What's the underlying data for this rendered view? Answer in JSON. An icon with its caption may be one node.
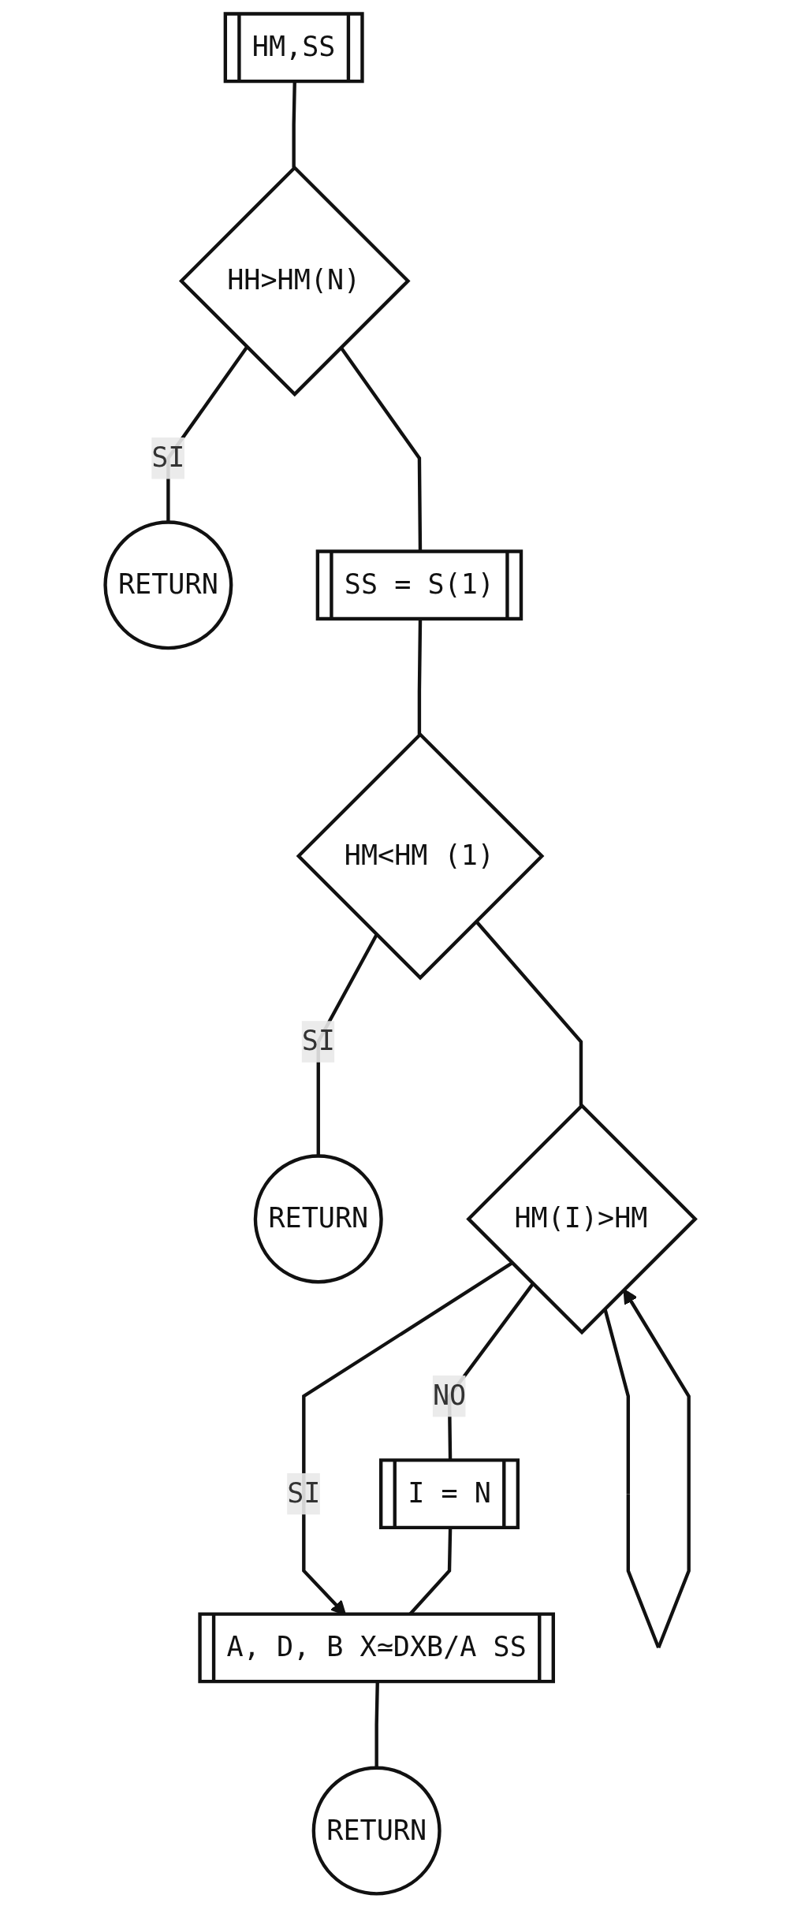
{
  "diagram": {
    "nodes": [
      {
        "text": [
          "HM,SS"
        ]
      },
      {
        "text": [
          "HH>HM(N)"
        ]
      },
      {
        "text": [
          "RETURN"
        ]
      },
      {
        "text": [
          "SS = S(1)"
        ]
      },
      {
        "text": [
          "HM<HM (1)"
        ]
      },
      {
        "text": [
          "RETURN"
        ]
      },
      {
        "text": [
          "HM(I)>HM"
        ]
      },
      {
        "text": [
          "I = N"
        ]
      },
      {
        "text": [
          "A, D, B X≃DXB/A SS"
        ]
      },
      {
        "text": [
          "RETURN"
        ]
      }
    ],
    "edges": [
      {
        "from": 0,
        "to": 1,
        "arrow": "none"
      },
      {
        "from": 1,
        "to": 2,
        "arrow": "none",
        "label": "SI"
      },
      {
        "from": 1,
        "to": 3,
        "arrow": "none"
      },
      {
        "from": 3,
        "to": 4,
        "arrow": "none"
      },
      {
        "from": 4,
        "to": 5,
        "arrow": "none",
        "label": "SI"
      },
      {
        "from": 4,
        "to": 6,
        "arrow": "none"
      },
      {
        "from": 6,
        "to": 7,
        "arrow": "none",
        "label": "NO"
      },
      {
        "from": 6,
        "to": 6,
        "arrow": "to"
      },
      {
        "from": 6,
        "to": 8,
        "arrow": "to",
        "label": "SI"
      },
      {
        "from": 7,
        "to": 8,
        "arrow": "none"
      },
      {
        "from": 8,
        "to": 9,
        "arrow": "none"
      }
    ]
  }
}
